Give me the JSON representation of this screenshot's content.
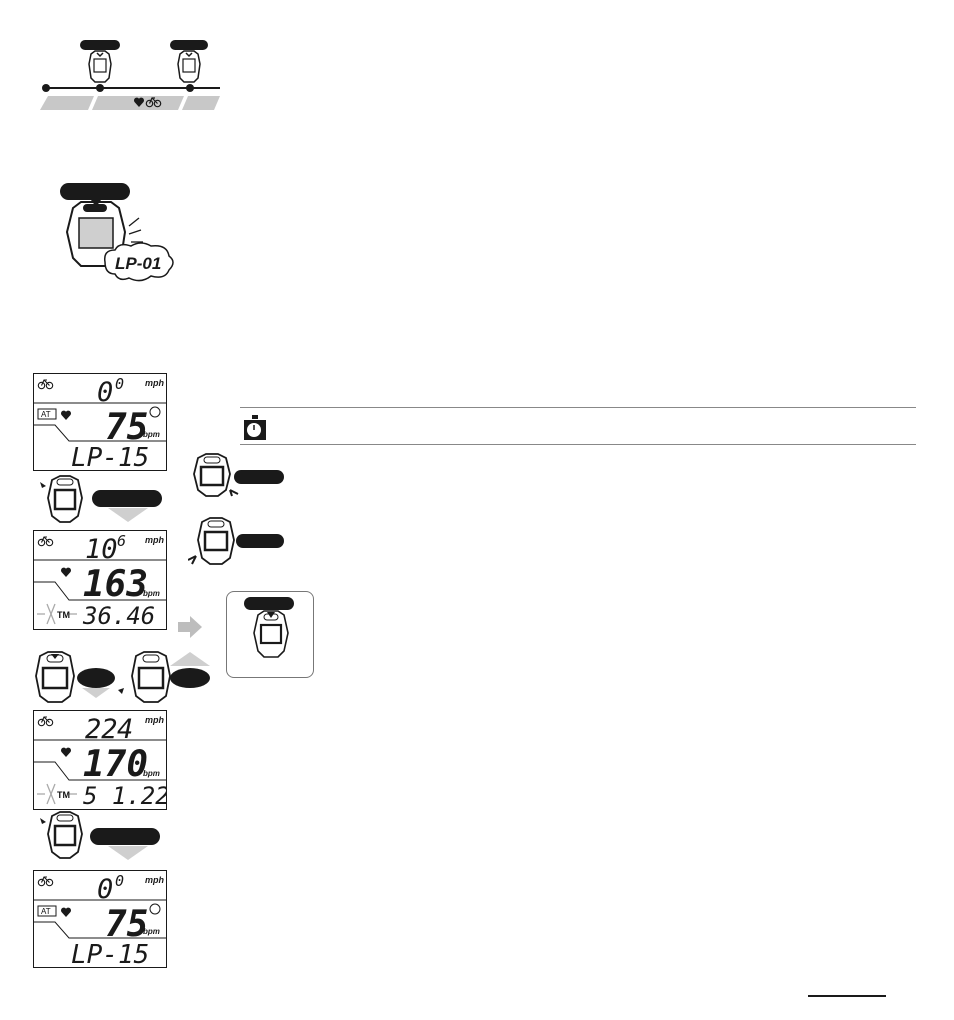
{
  "lap_label": "LP-01",
  "displays": [
    {
      "speed_int": "0",
      "speed_dec": "0",
      "speed_unit": "mph",
      "hr": "75",
      "hr_unit": "bpm",
      "bottom": "LP-15",
      "at_badge": "AT",
      "mode": "auto-lap-standby"
    },
    {
      "speed_int": "10",
      "speed_dec": "6",
      "speed_unit": "mph",
      "hr": "163",
      "hr_unit": "bpm",
      "bottom": "36.46",
      "tm_label": "TM",
      "mode": "lap-time"
    },
    {
      "speed_int": "22",
      "speed_dec": "4",
      "speed_unit": "mph",
      "hr": "170",
      "hr_unit": "bpm",
      "bottom": "5 1.22",
      "tm_label": "TM",
      "mode": "lap-time"
    },
    {
      "speed_int": "0",
      "speed_dec": "0",
      "speed_unit": "mph",
      "hr": "75",
      "hr_unit": "bpm",
      "bottom": "LP-15",
      "at_badge": "AT",
      "mode": "auto-lap-standby"
    }
  ],
  "colors": {
    "ink": "#1a1a1a",
    "gray_band": "#c8c8c8",
    "arrow_gray": "#cfcfcf",
    "rule_gray": "#888888"
  },
  "icons": [
    "bicycle-icon",
    "heart-icon",
    "watch-icon",
    "stopwatch-icon",
    "arrow-right-icon",
    "arrow-down-icon",
    "arrow-up-icon"
  ]
}
